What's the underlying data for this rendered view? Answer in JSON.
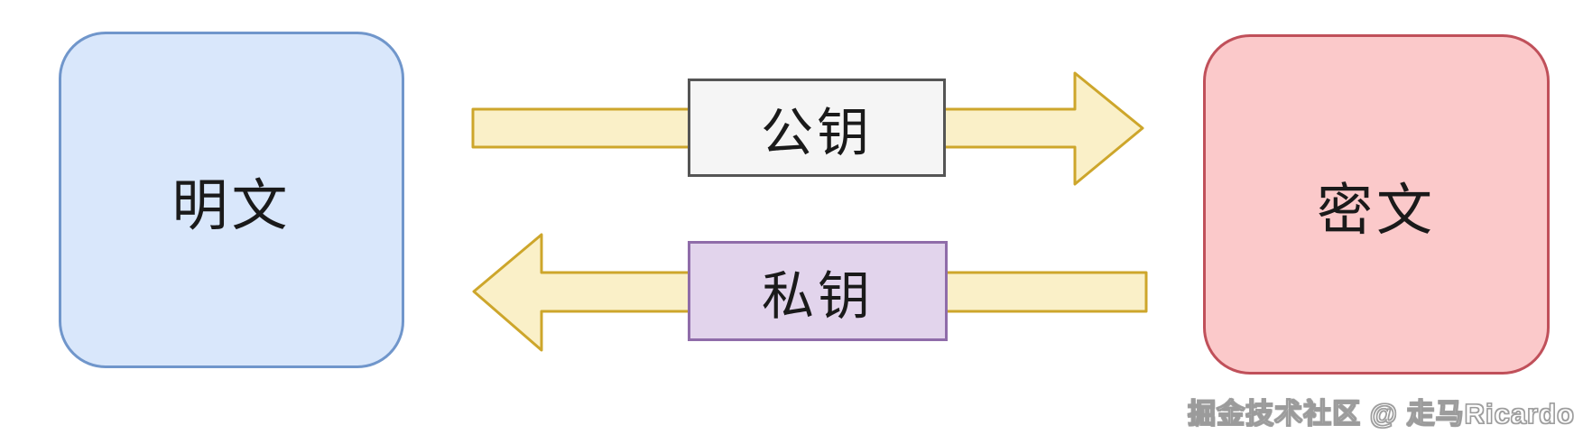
{
  "diagram": {
    "title_semantic": "asymmetric-encryption-flow",
    "left_node": {
      "label": "明文",
      "fill": "#d9e7fb",
      "border": "#7096cb"
    },
    "right_node": {
      "label": "密文",
      "fill": "#fbc9ca",
      "border": "#c0505a"
    },
    "top_arrow": {
      "direction": "right",
      "label": "公钥",
      "label_fill": "#f5f5f5",
      "label_border": "#555555",
      "arrow_fill": "#faf0c8",
      "arrow_border": "#cda62b"
    },
    "bottom_arrow": {
      "direction": "left",
      "label": "私钥",
      "label_fill": "#e2d4ec",
      "label_border": "#8f6ca9",
      "arrow_fill": "#faf0c8",
      "arrow_border": "#cda62b"
    },
    "watermark": "掘金技术社区 @ 走马Ricardo"
  }
}
